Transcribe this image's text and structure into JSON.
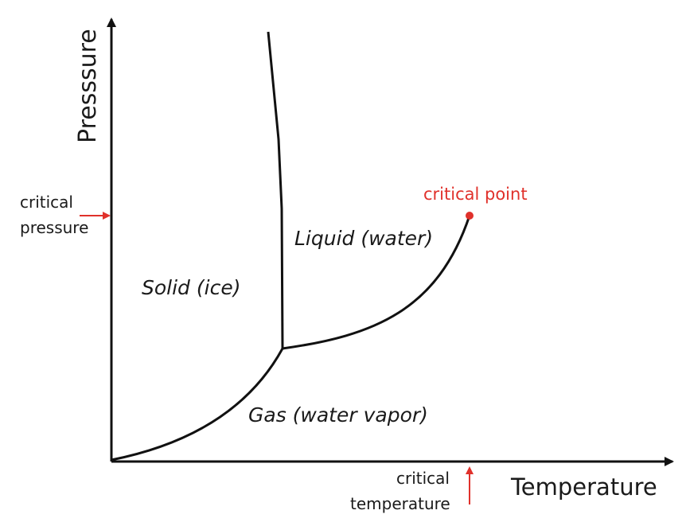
{
  "axes": {
    "y_label": "Presssure",
    "x_label": "Temperature"
  },
  "regions": {
    "solid": "Solid (ice)",
    "liquid": "Liquid (water)",
    "gas": "Gas (water vapor)"
  },
  "annotations": {
    "critical_pressure_line1": "critical",
    "critical_pressure_line2": "pressure",
    "critical_temperature_line1": "critical",
    "critical_temperature_line2": "temperature",
    "critical_point": "critical point"
  },
  "colors": {
    "curve": "#111111",
    "accent": "#e0312b"
  }
}
